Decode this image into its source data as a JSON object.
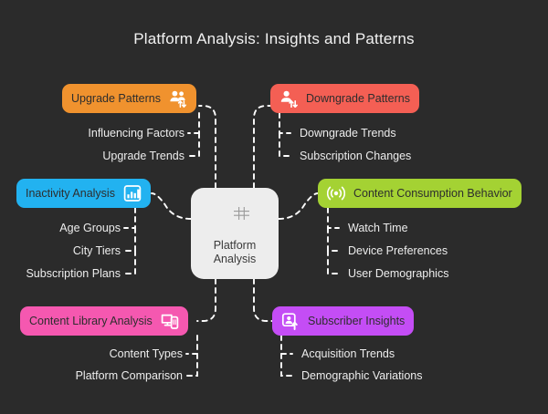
{
  "title": "Platform Analysis: Insights and Patterns",
  "theme": {
    "background": "#2b2b2b",
    "title_color": "#f2f2f2",
    "edge_color": "#ffffff",
    "leaf_text_color": "#ededed",
    "node_text_color": "#2d2d2d"
  },
  "center": {
    "label": "Platform\nAnalysis",
    "icon": "desktop-dashboard-icon",
    "color": "#ededed"
  },
  "branches": [
    {
      "id": "upgrade-patterns",
      "label": "Upgrade Patterns",
      "color": "#f0922e",
      "icon": "users-updown-arrows-icon",
      "side": "left",
      "children": [
        "Influencing Factors",
        "Upgrade Trends"
      ]
    },
    {
      "id": "downgrade-patterns",
      "label": "Downgrade Patterns",
      "color": "#f45f54",
      "icon": "user-updown-arrows-icon",
      "side": "right",
      "children": [
        "Downgrade Trends",
        "Subscription Changes"
      ]
    },
    {
      "id": "inactivity-analysis",
      "label": "Inactivity Analysis",
      "color": "#22b2f0",
      "icon": "bar-chart-icon",
      "side": "left",
      "children": [
        "Age Groups",
        "City Tiers",
        "Subscription Plans"
      ]
    },
    {
      "id": "content-consumption-behavior",
      "label": "Content Consumption Behavior",
      "color": "#a4d233",
      "icon": "broadcast-signal-icon",
      "side": "right",
      "children": [
        "Watch Time",
        "Device Preferences",
        "User Demographics"
      ]
    },
    {
      "id": "content-library-analysis",
      "label": "Content Library Analysis",
      "color": "#f558b0",
      "icon": "devices-monitor-phone-icon",
      "side": "left",
      "children": [
        "Content Types",
        "Platform Comparison"
      ]
    },
    {
      "id": "subscriber-insights",
      "label": "Subscriber Insights",
      "color": "#c44df5",
      "icon": "user-card-up-arrow-icon",
      "side": "right",
      "children": [
        "Acquisition Trends",
        "Demographic Variations"
      ]
    }
  ]
}
